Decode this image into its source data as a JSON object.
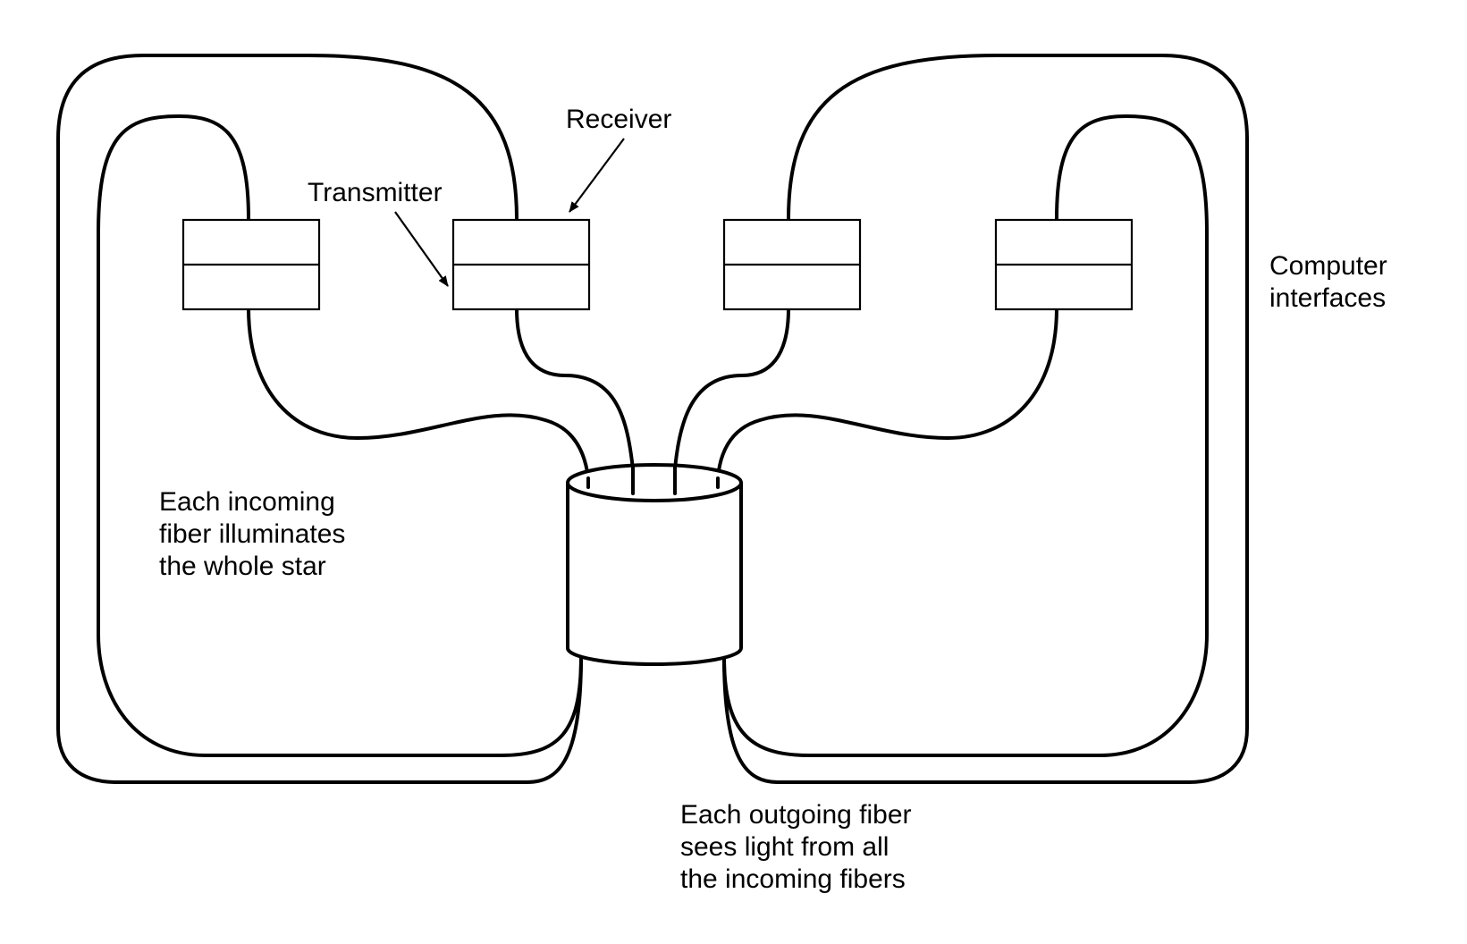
{
  "labels": {
    "receiver": "Receiver",
    "transmitter": "Transmitter",
    "computer_interfaces": [
      "Computer",
      "interfaces"
    ],
    "incoming_note": [
      "Each incoming",
      "fiber illuminates",
      "the whole star"
    ],
    "outgoing_note": [
      "Each outgoing fiber",
      "sees light from all",
      "the incoming fibers"
    ]
  },
  "colors": {
    "line": "#000000",
    "background": "#ffffff"
  }
}
